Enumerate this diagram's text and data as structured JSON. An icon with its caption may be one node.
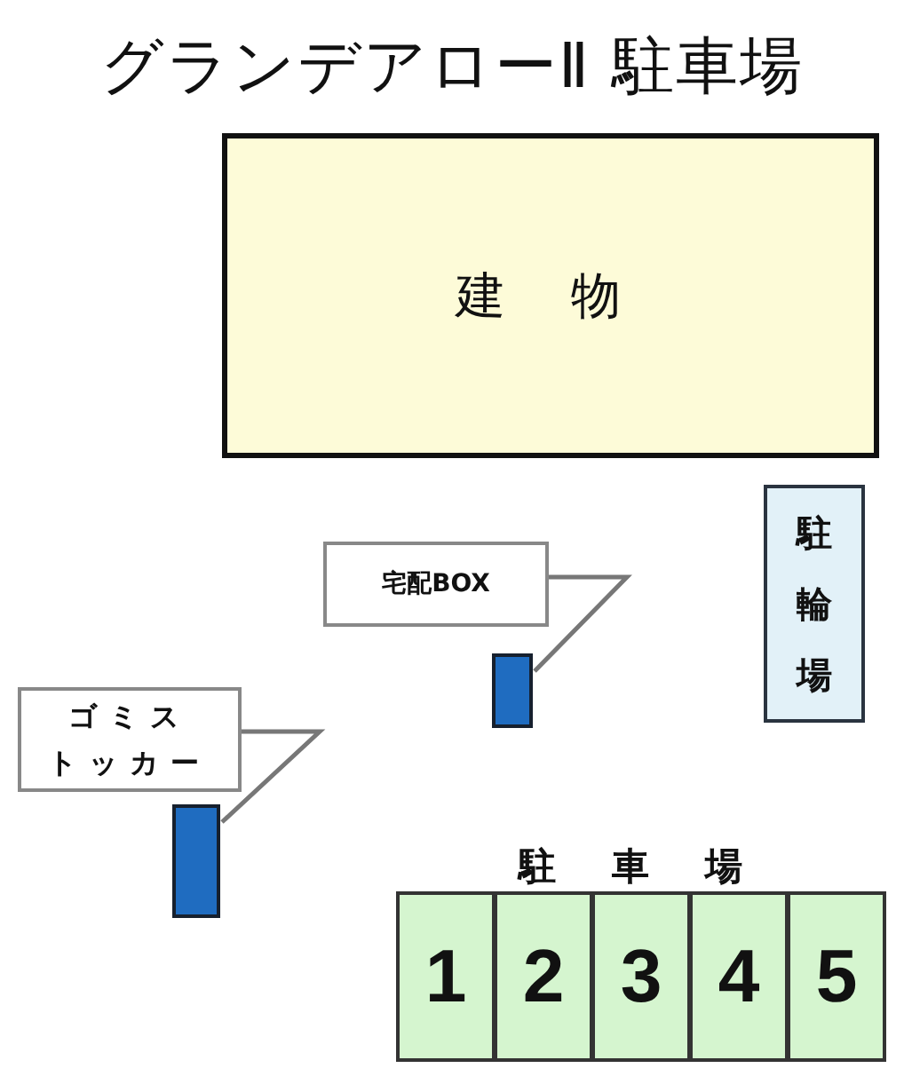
{
  "diagram": {
    "title": "グランデアローⅡ 駐車場",
    "nodes": [
      {
        "text": [
          "建 物"
        ]
      },
      {
        "text": [
          "駐輪場"
        ]
      },
      {
        "text": [
          "宅配BOX"
        ]
      },
      {
        "text": [],
        "shape": "box"
      },
      {
        "text": [
          "ゴミストッカー"
        ]
      },
      {
        "text": [],
        "shape": "box"
      },
      {
        "text": [
          "駐 車 場"
        ]
      },
      {
        "text": [
          "1"
        ],
        "in": 6
      },
      {
        "text": [
          "2"
        ],
        "in": 6
      },
      {
        "text": [
          "3"
        ],
        "in": 6
      },
      {
        "text": [
          "4"
        ],
        "in": 6
      },
      {
        "text": [
          "5"
        ],
        "in": 6
      }
    ],
    "edges": [
      {
        "from": 2,
        "to": 3,
        "arrow": "none"
      },
      {
        "from": 4,
        "to": 5,
        "arrow": "none"
      }
    ]
  }
}
